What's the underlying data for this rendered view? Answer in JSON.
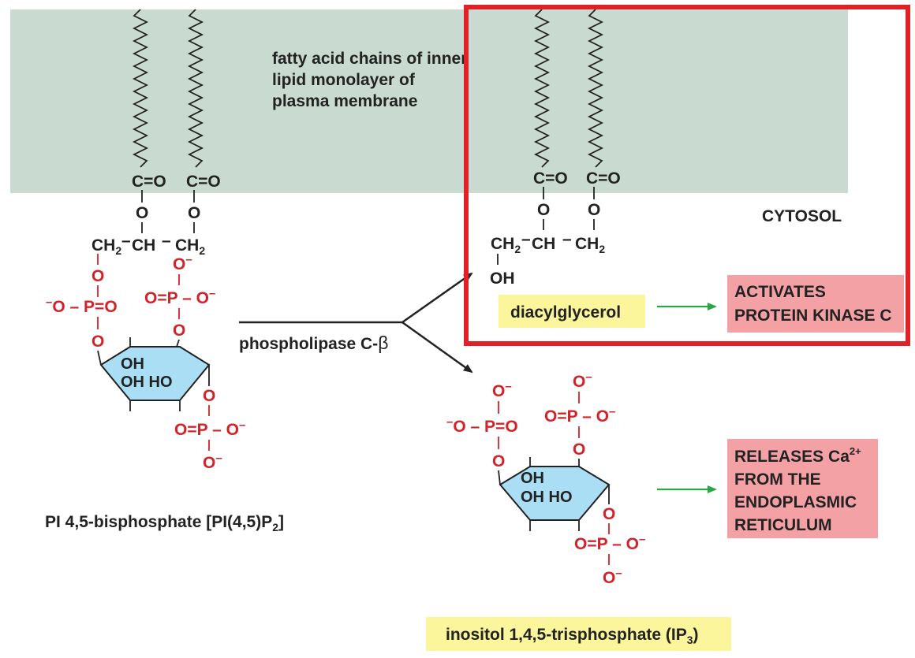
{
  "membrane_caption": {
    "line1": "fatty acid chains of inner",
    "line2": "lipid monolayer of",
    "line3": "plasma membrane"
  },
  "cytosol_label": "CYTOSOL",
  "enzyme_label": {
    "text": "phospholipase C-",
    "symbol": "β"
  },
  "substrate_label": {
    "prefix": "PI 4,5-bisphosphate [PI(4,5)P",
    "subscript": "2",
    "suffix": "]"
  },
  "product_dag_label": "diacylglycerol",
  "product_ip3_label": {
    "prefix": "inositol 1,4,5-trisphosphate (IP",
    "subscript": "3",
    "suffix": ")"
  },
  "effect_pkc": {
    "line1": "ACTIVATES",
    "line2": "PROTEIN KINASE C"
  },
  "effect_ca": {
    "line1": "RELEASES Ca",
    "line1_superscript": "2+",
    "line2": "FROM THE",
    "line3": "ENDOPLASMIC",
    "line4": "RETICULUM"
  },
  "chem": {
    "ester_CO": "C=O",
    "ester_O": "O",
    "ch2": "CH",
    "ch2_sub": "2",
    "ch": "CH",
    "bond": "–",
    "hydroxyl": "OH",
    "ring_OH": "OH",
    "ring_OH_HO": "OH HO",
    "phosphate_O": "O",
    "phosphate_Ominus": "O",
    "minus": "–",
    "P_eq_O": "P=O",
    "O_eq_P": "O=P",
    "P": "P",
    "eq": "="
  },
  "colors": {
    "membrane": "#c9dbd0",
    "highlight_box": "#e02228",
    "phosphate_red": "#d2232a",
    "inositol_ring_fill": "#a9def5",
    "effect_box_fill": "#f4a1a6",
    "label_highlight": "#fbf59c",
    "effect_arrow": "#27a845",
    "text_dark": "#222222"
  }
}
